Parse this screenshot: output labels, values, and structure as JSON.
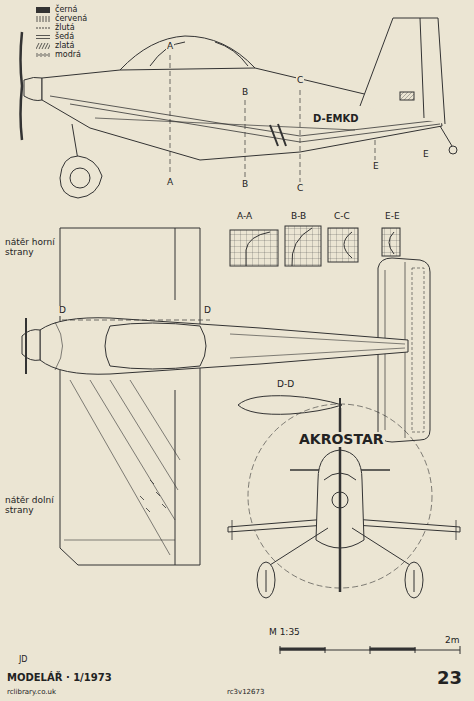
{
  "diagram": {
    "title": "AKROSTAR",
    "labels": [
      "A",
      "A",
      "B",
      "B",
      "C",
      "C",
      "E",
      "E",
      "D-EMKD",
      "A-A",
      "B-B",
      "C-C",
      "E-E",
      "nátěr horní strany",
      "D",
      "D",
      "D-D",
      "nátěr dolní strany",
      "M 1:35",
      "2m",
      "JD",
      "MODELÁŘ · 1/1973",
      "23",
      "rclibrary.co.uk",
      "rc3v12673"
    ],
    "legend": [
      {
        "text": "černá"
      },
      {
        "text": "červená"
      },
      {
        "text": "žlutá"
      },
      {
        "text": "šedá"
      },
      {
        "text": "zlatá"
      },
      {
        "text": "modrá"
      }
    ]
  }
}
